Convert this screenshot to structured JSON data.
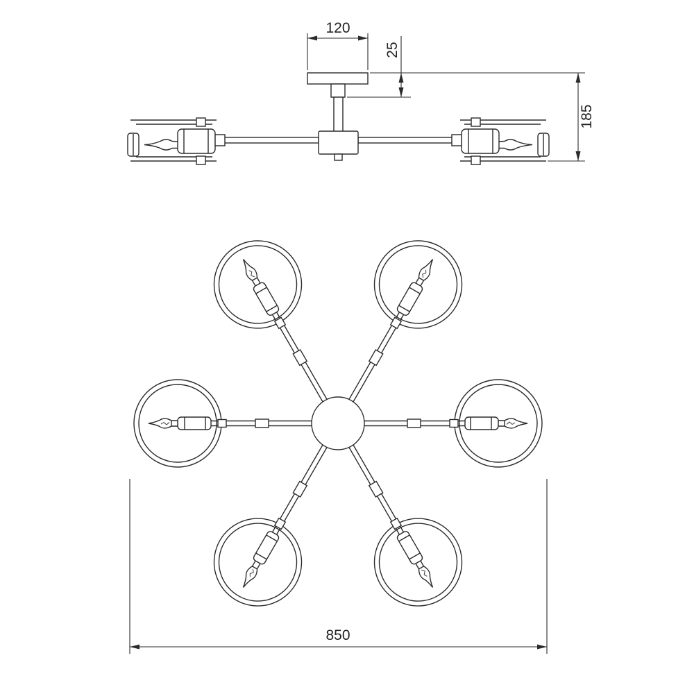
{
  "drawing": {
    "kind": "technical-dimension-drawing",
    "subject": "6-arm chandelier: side elevation (top) and plan view (bottom)",
    "colors": {
      "line": "#2b2b2b",
      "background": "#ffffff",
      "label": "#222222"
    },
    "dimensions": {
      "mount_plate_width": "120",
      "canopy_height": "25",
      "overall_height": "185",
      "overall_diameter": "850"
    }
  }
}
